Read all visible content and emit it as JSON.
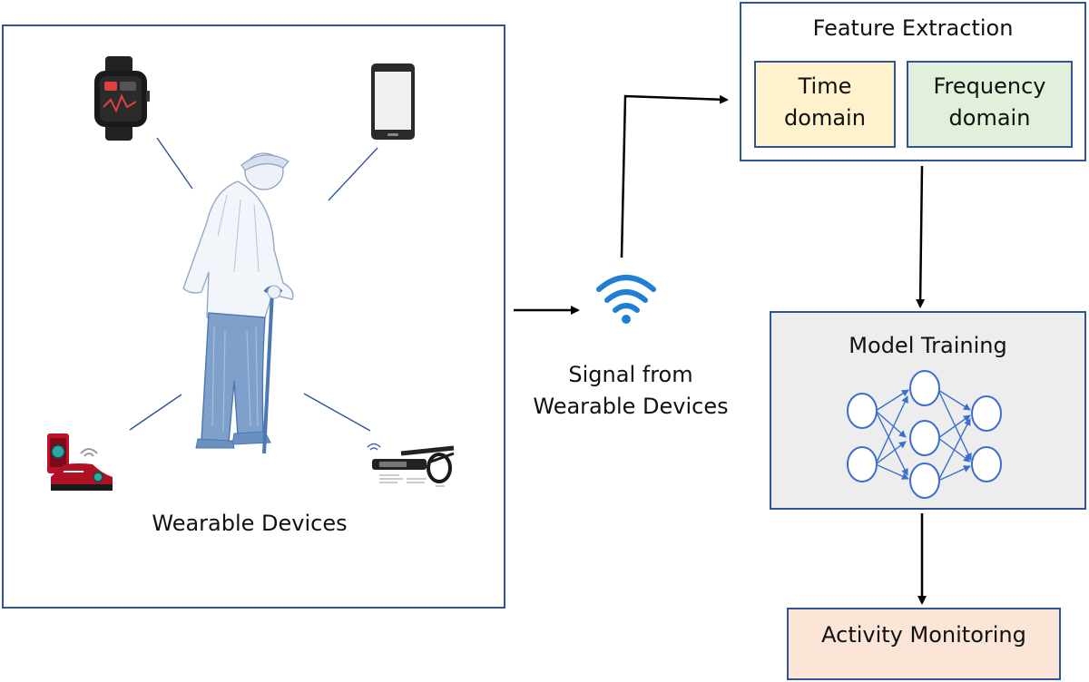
{
  "wearables": {
    "caption": "Wearable Devices",
    "devices": [
      {
        "name": "smartwatch",
        "icon": "smartwatch-icon"
      },
      {
        "name": "smartphone",
        "icon": "smartphone-icon"
      },
      {
        "name": "smart shoe",
        "icon": "smart-shoe-icon"
      },
      {
        "name": "smart glasses",
        "icon": "smart-glasses-icon"
      }
    ],
    "figure_icon": "elderly-person-with-cane-icon"
  },
  "signal": {
    "label_line1": "Signal from",
    "label_line2": "Wearable Devices",
    "icon": "wifi-signal-icon"
  },
  "feature_extraction": {
    "title": "Feature Extraction",
    "time": {
      "line1": "Time",
      "line2": "domain"
    },
    "frequency": {
      "line1": "Frequency",
      "line2": "domain"
    }
  },
  "model_training": {
    "title": "Model Training",
    "icon": "neural-network-icon"
  },
  "activity_monitoring": {
    "title": "Activity Monitoring"
  },
  "colors": {
    "border": "#2f5597",
    "time_fill": "#fff2cc",
    "frequency_fill": "#e2efda",
    "model_fill": "#ededed",
    "activity_fill": "#fbe5d6",
    "wifi": "#1f7fd6",
    "figure": "#4a78b0"
  }
}
